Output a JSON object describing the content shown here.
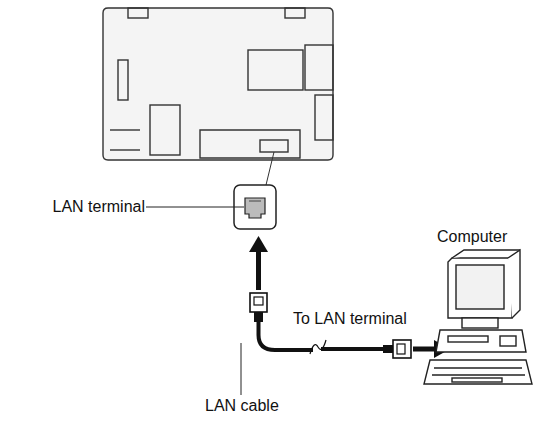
{
  "diagram": {
    "labels": [
      "LAN terminal",
      "Computer",
      "To LAN terminal",
      "LAN cable"
    ]
  }
}
